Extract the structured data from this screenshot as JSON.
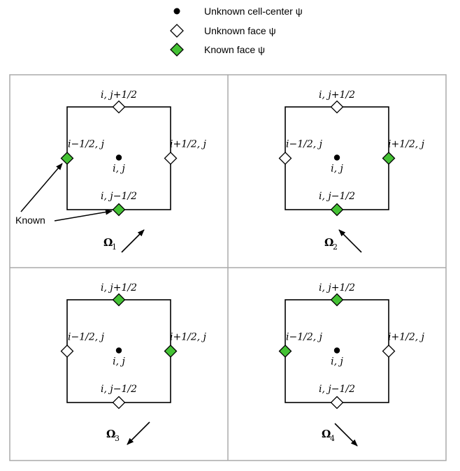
{
  "legend": {
    "items": [
      {
        "label": "Unknown cell-center ψ",
        "symbol": "dot"
      },
      {
        "label": "Unknown face ψ",
        "symbol": "diamond-unknown"
      },
      {
        "label": "Known face ψ",
        "symbol": "diamond-known"
      }
    ]
  },
  "colors": {
    "known_fill": "#44c234",
    "unknown_fill": "#ffffff",
    "stroke": "#000000",
    "panel_border": "#aaaaaa"
  },
  "labels": {
    "top_face": "i, j+1/2",
    "bottom_face": "i, j−1/2",
    "left_face": "i−1/2, j",
    "right_face": "i+1/2, j",
    "center": "i, j"
  },
  "annotation": {
    "text": "Known"
  },
  "panels": [
    {
      "id": "omega1",
      "omega_label": "Ω",
      "omega_sub": "1",
      "direction": "up-right",
      "known": {
        "top": false,
        "bottom": true,
        "left": true,
        "right": false
      }
    },
    {
      "id": "omega2",
      "omega_label": "Ω",
      "omega_sub": "2",
      "direction": "up-left",
      "known": {
        "top": false,
        "bottom": true,
        "left": false,
        "right": true
      }
    },
    {
      "id": "omega3",
      "omega_label": "Ω",
      "omega_sub": "3",
      "direction": "down-left",
      "known": {
        "top": true,
        "bottom": false,
        "left": false,
        "right": true
      }
    },
    {
      "id": "omega4",
      "omega_label": "Ω",
      "omega_sub": "4",
      "direction": "down-right",
      "known": {
        "top": true,
        "bottom": false,
        "left": true,
        "right": false
      }
    }
  ]
}
